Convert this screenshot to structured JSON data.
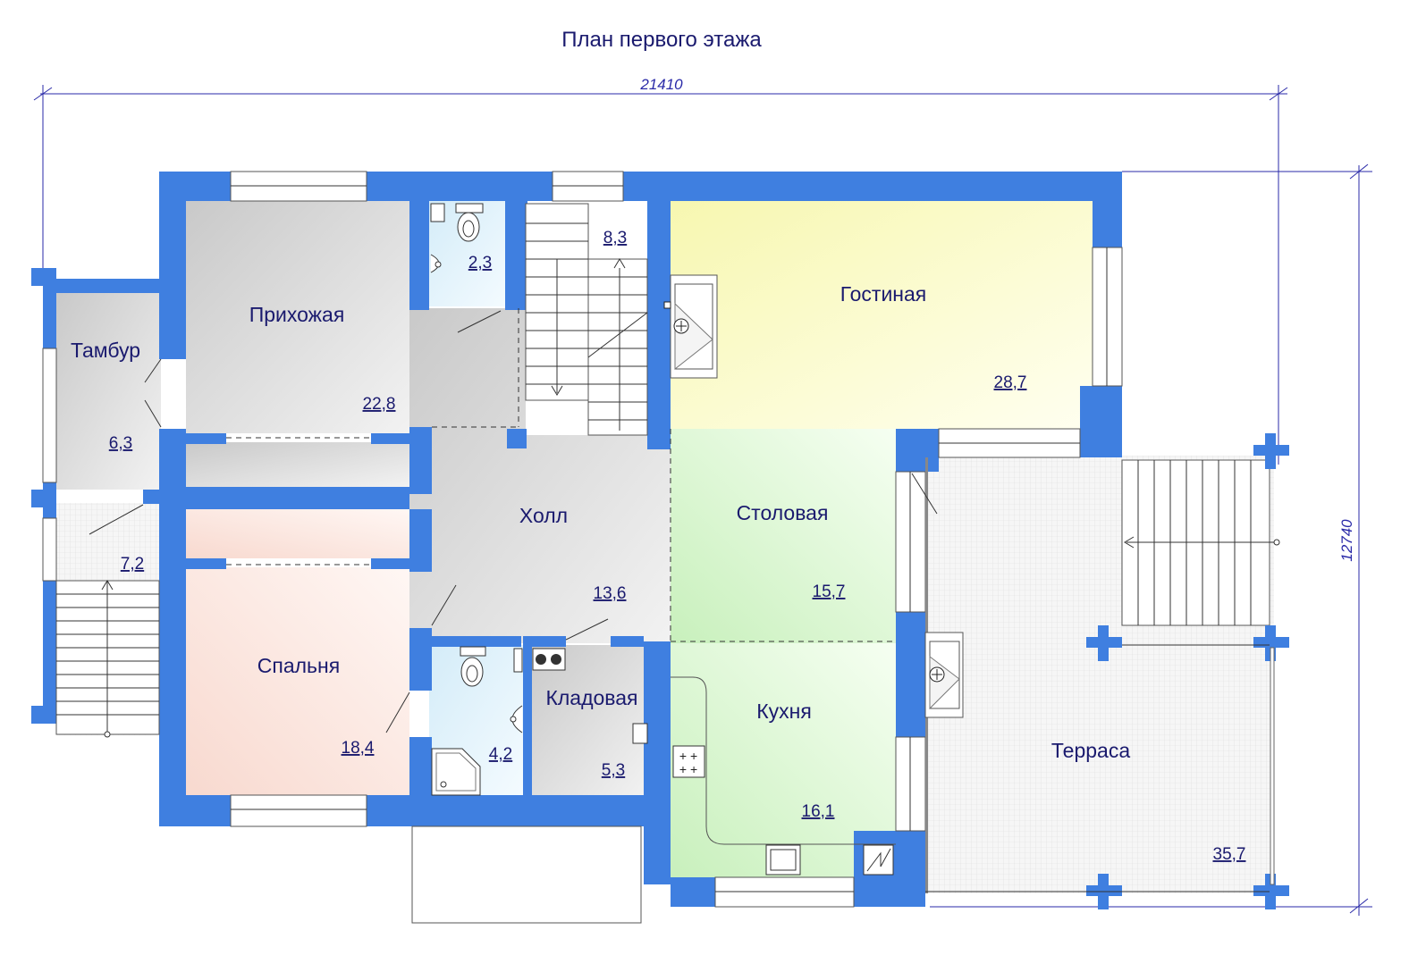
{
  "title": "План первого этажа",
  "dimensions": {
    "width": "21410",
    "height": "12740"
  },
  "rooms": {
    "tambur": {
      "name": "Тамбур",
      "area": "6,3"
    },
    "porch": {
      "name": "",
      "area": "7,2"
    },
    "hallway": {
      "name": "Прихожая",
      "area": "22,8"
    },
    "wc_small": {
      "name": "",
      "area": "2,3"
    },
    "stairs": {
      "name": "",
      "area": "8,3"
    },
    "living": {
      "name": "Гостиная",
      "area": "28,7"
    },
    "hall": {
      "name": "Холл",
      "area": "13,6"
    },
    "dining": {
      "name": "Столовая",
      "area": "15,7"
    },
    "bedroom": {
      "name": "Спальня",
      "area": "18,4"
    },
    "bathroom": {
      "name": "",
      "area": "4,2"
    },
    "storage": {
      "name": "Кладовая",
      "area": "5,3"
    },
    "kitchen": {
      "name": "Кухня",
      "area": "16,1"
    },
    "terrace": {
      "name": "Терраса",
      "area": "35,7"
    }
  },
  "colors": {
    "wall": "#3f7fe0",
    "living": "#fbf7c4",
    "dining": "#e6f7e0",
    "kitchen": "#d8f5cf",
    "bedroom": "#fbe3dc",
    "hallway": "#d9d9d9",
    "hall": "#dddddd",
    "wet": "#e6f4fa",
    "terrace": "#f4f4f4"
  }
}
